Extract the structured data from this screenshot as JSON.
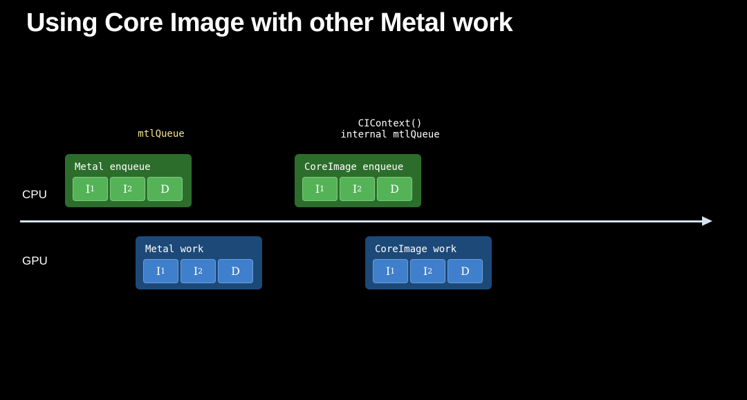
{
  "title": "Using Core Image with other Metal work",
  "captions": {
    "metal_queue": "mtlQueue",
    "cicontext_line1": "CIContext()",
    "cicontext_line2": "internal mtlQueue"
  },
  "rows": {
    "cpu": "CPU",
    "gpu": "GPU"
  },
  "boxes": {
    "metal_enqueue": {
      "label": "Metal enqueue",
      "chips": [
        {
          "main": "I",
          "sub": "1"
        },
        {
          "main": "I",
          "sub": "2"
        },
        {
          "main": "D",
          "sub": ""
        }
      ]
    },
    "coreimage_enqueue": {
      "label": "CoreImage enqueue",
      "chips": [
        {
          "main": "I",
          "sub": "1"
        },
        {
          "main": "I",
          "sub": "2"
        },
        {
          "main": "D",
          "sub": ""
        }
      ]
    },
    "metal_work": {
      "label": "Metal work",
      "chips": [
        {
          "main": "I",
          "sub": "1"
        },
        {
          "main": "I",
          "sub": "2"
        },
        {
          "main": "D",
          "sub": ""
        }
      ]
    },
    "coreimage_work": {
      "label": "CoreImage work",
      "chips": [
        {
          "main": "I",
          "sub": "1"
        },
        {
          "main": "I",
          "sub": "2"
        },
        {
          "main": "D",
          "sub": ""
        }
      ]
    }
  },
  "colors": {
    "background": "#000000",
    "cpu_box": "#2c6d2b",
    "cpu_chip": "#55b357",
    "gpu_box": "#1d4978",
    "gpu_chip": "#3f7fcb",
    "caption_yellow": "#f1e58a",
    "axis": "#d6e3ee"
  }
}
